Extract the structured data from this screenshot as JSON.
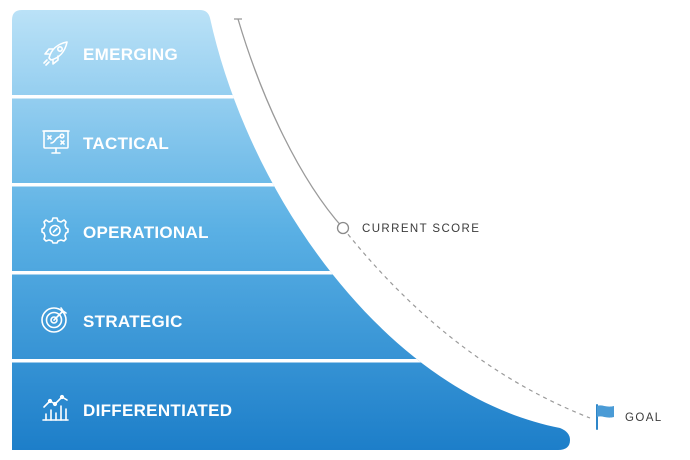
{
  "tiers": [
    {
      "label": "EMERGING",
      "icon": "rocket-icon"
    },
    {
      "label": "TACTICAL",
      "icon": "strategy-board-icon"
    },
    {
      "label": "OPERATIONAL",
      "icon": "gear-icon"
    },
    {
      "label": "STRATEGIC",
      "icon": "target-icon"
    },
    {
      "label": "Differentiated",
      "icon": "growth-chart-icon"
    }
  ],
  "annotations": {
    "current": "CURRENT SCORE",
    "goal": "GOAL"
  },
  "colors": {
    "tier_top": "#bfe4f8",
    "tier_bottom": "#1a7cc8",
    "flag": "#2e86c9",
    "curve": "#9a9a9a"
  }
}
